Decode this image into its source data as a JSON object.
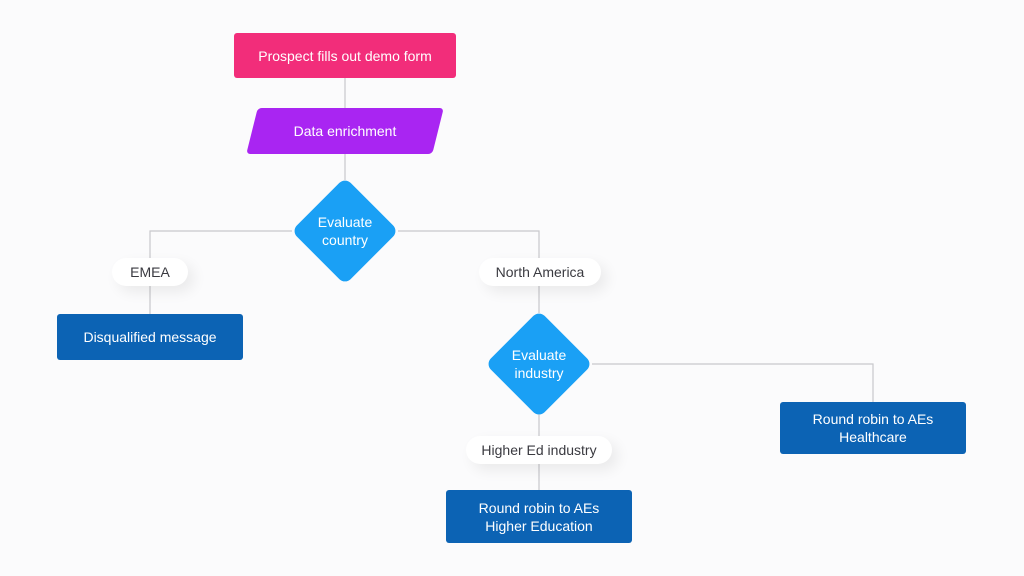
{
  "colors": {
    "start": "#f22d7a",
    "enrichment": "#a925f2",
    "decision": "#1aa0f5",
    "action": "#0c63b4",
    "connector": "#c8c8cc",
    "label_text": "#3a3a40"
  },
  "nodes": {
    "start": "Prospect fills out demo form",
    "enrichment": "Data enrichment",
    "evaluate_country": "Evaluate\ncountry",
    "evaluate_industry": "Evaluate\nindustry",
    "disqualified": "Disqualified message",
    "round_robin_healthcare": "Round robin to AEs\nHealthcare",
    "round_robin_higher_ed": "Round robin to AEs\nHigher Education"
  },
  "branch_labels": {
    "emea": "EMEA",
    "north_america": "North America",
    "higher_ed_industry": "Higher Ed industry"
  }
}
